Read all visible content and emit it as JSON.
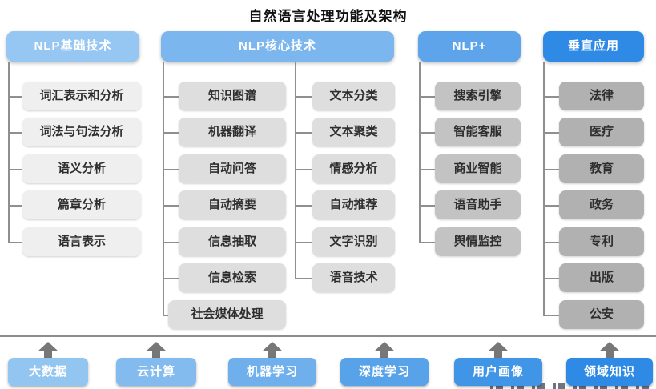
{
  "title": "自然语言处理功能及架构",
  "palette": {
    "connector_gray": "#8f8f8f",
    "separator_gray": "#8c8c8c",
    "arrow_gray": "#777777",
    "item_gray_col1": "#efefef",
    "item_gray_col2": "#dedede",
    "item_gray_col3": "#c3c3c3",
    "item_gray_col4": "#b1b1b1",
    "text_dark": "#2e2e2e",
    "text_white": "#ffffff"
  },
  "columns": [
    {
      "title": "NLP基础技术",
      "color": "#96c6f2",
      "items": [
        "词汇表示和分析",
        "词法与句法分析",
        "语义分析",
        "篇章分析",
        "语言表示"
      ]
    },
    {
      "title": "NLP核心技术",
      "color": "#7cb6ee",
      "items_left": [
        "知识图谱",
        "机器翻译",
        "自动问答",
        "自动摘要",
        "信息抽取",
        "信息检索",
        "社会媒体处理"
      ],
      "items_right": [
        "文本分类",
        "文本聚类",
        "情感分析",
        "自动推荐",
        "文字识别",
        "语音技术"
      ]
    },
    {
      "title": "NLP+",
      "color": "#5ea4ea",
      "items": [
        "搜索引擎",
        "智能客服",
        "商业智能",
        "语音助手",
        "舆情监控"
      ]
    },
    {
      "title": "垂直应用",
      "color": "#2f8ae6",
      "items": [
        "法律",
        "医疗",
        "教育",
        "政务",
        "专利",
        "出版",
        "公安"
      ]
    }
  ],
  "bottom": {
    "items": [
      {
        "label": "大数据",
        "color": "#93c5f1"
      },
      {
        "label": "云计算",
        "color": "#84bbee"
      },
      {
        "label": "机器学习",
        "color": "#6fafec"
      },
      {
        "label": "深度学习",
        "color": "#58a2e9"
      },
      {
        "label": "用户画像",
        "color": "#4195e7"
      },
      {
        "label": "领域知识",
        "color": "#2e8ae4"
      }
    ]
  }
}
